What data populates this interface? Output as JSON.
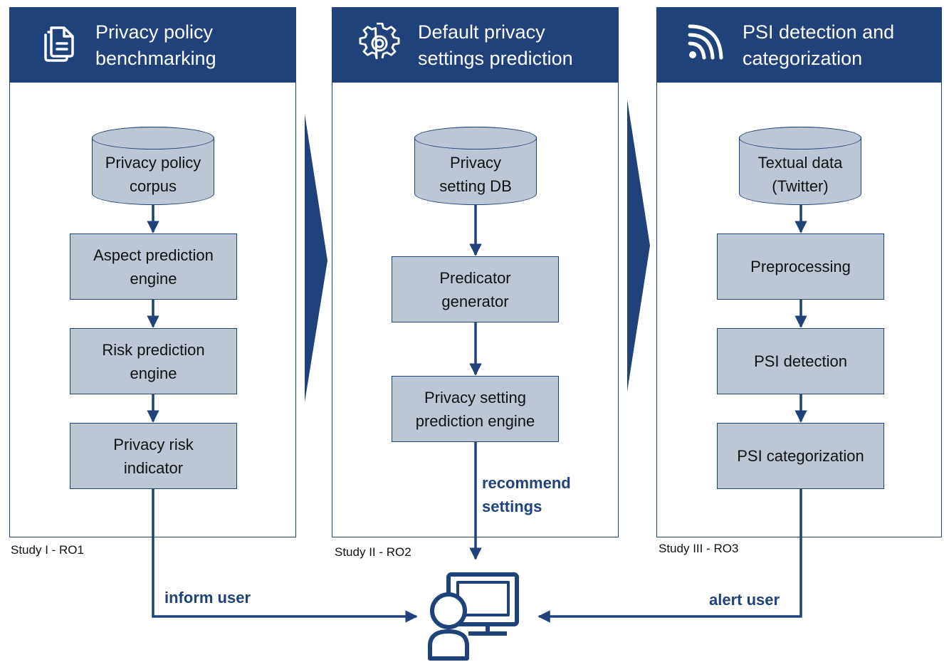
{
  "panels": [
    {
      "title": "Privacy policy\nbenchmarking",
      "icon": "document-icon",
      "study": "Study I - RO1",
      "database": "Privacy policy\ncorpus",
      "steps": [
        "Aspect prediction\nengine",
        "Risk prediction\nengine",
        "Privacy risk\nindicator"
      ]
    },
    {
      "title": "Default privacy\nsettings prediction",
      "icon": "gear-icon",
      "study": "Study II - RO2",
      "database": "Privacy\nsetting DB",
      "steps": [
        "Predicator\ngenerator",
        "Privacy setting\nprediction engine"
      ]
    },
    {
      "title": "PSI detection and\ncategorization",
      "icon": "signal-icon",
      "study": "Study III - RO3",
      "database": "Textual data\n(Twitter)",
      "steps": [
        "Preprocessing",
        "PSI detection",
        "PSI categorization"
      ]
    }
  ],
  "edge_labels": {
    "inform": "inform user",
    "recommend": "recommend\nsettings",
    "alert": "alert user"
  },
  "user_icon": "user-computer-icon",
  "colors": {
    "primary": "#1e4279",
    "node_fill": "#bcc6d4"
  }
}
